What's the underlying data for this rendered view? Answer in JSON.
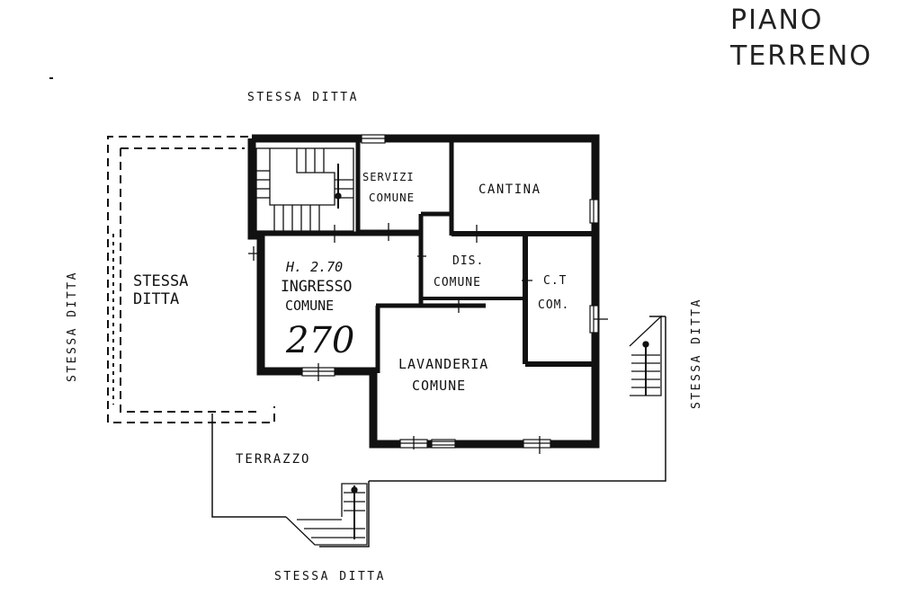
{
  "title": {
    "line1": "PIANO",
    "line2": "TERRENO"
  },
  "neighbors": {
    "top": "STESSA DITTA",
    "bottom": "STESSA DITTA",
    "left": "STESSA DITTA",
    "right": "STESSA DITTA"
  },
  "rooms": {
    "annex": {
      "line1": "STESSA",
      "line2": "DITTA"
    },
    "servizi": {
      "line1": "SERVIZI",
      "line2": "COMUNE"
    },
    "cantina": "CANTINA",
    "ingresso": {
      "height": "H. 2.70",
      "line1": "INGRESSO",
      "line2": "COMUNE",
      "handwritten": "270"
    },
    "dis": {
      "line1": "DIS.",
      "line2": "COMUNE"
    },
    "ct": {
      "line1": "C.T",
      "line2": "COM."
    },
    "lavanderia": {
      "line1": "LAVANDERIA",
      "line2": "COMUNE"
    },
    "terrazzo": "TERRAZZO"
  },
  "colors": {
    "wall": "#111111",
    "paper": "#ffffff"
  }
}
